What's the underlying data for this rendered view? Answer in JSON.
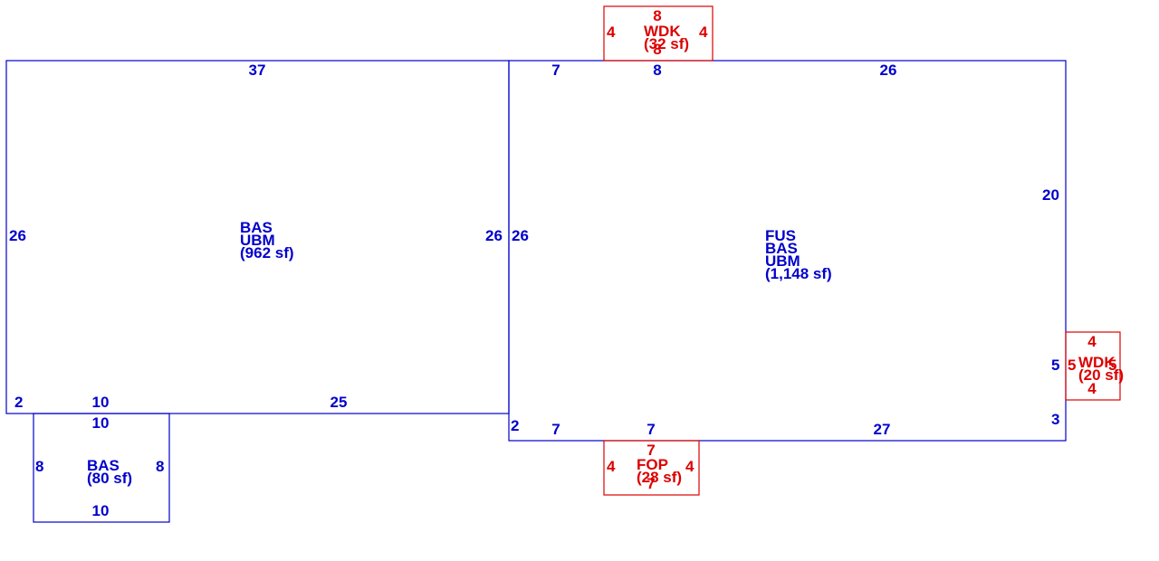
{
  "colors": {
    "main": "#0000cc",
    "addon": "#dd0000",
    "background": "#ffffff"
  },
  "areas": {
    "left_main": {
      "code1": "BAS",
      "code2": "UBM",
      "area": "(962 sf)"
    },
    "bottom_small": {
      "code1": "BAS",
      "area": "(80 sf)"
    },
    "right_main": {
      "code1": "FUS",
      "code2": "BAS",
      "code3": "UBM",
      "area": "(1,148 sf)"
    },
    "top_deck": {
      "code1": "WDK",
      "area": "(32 sf)"
    },
    "right_deck": {
      "code1": "WDK",
      "area": "(20 sf)"
    },
    "bottom_porch": {
      "code1": "FOP",
      "area": "(28 sf)"
    }
  },
  "dims": {
    "left_top": "37",
    "left_left": "26",
    "left_right": "26",
    "left_bottom_2": "2",
    "left_bottom_10": "10",
    "left_bottom_25": "25",
    "small_top": "10",
    "small_left": "8",
    "small_right": "8",
    "small_bottom": "10",
    "right_top_7": "7",
    "right_top_8": "8",
    "right_top_26": "26",
    "right_left": "26",
    "right_right_20": "20",
    "right_right_5": "5",
    "right_right_3": "3",
    "right_bottom_2": "2",
    "right_bottom_7a": "7",
    "right_bottom_7b": "7",
    "right_bottom_27": "27",
    "wdk_top_top": "8",
    "wdk_top_left": "4",
    "wdk_top_right": "4",
    "wdk_top_bottom": "8",
    "wdk_right_top": "4",
    "wdk_right_left": "5",
    "wdk_right_right": "5",
    "wdk_right_bottom": "4",
    "fop_top": "7",
    "fop_left": "4",
    "fop_right": "4",
    "fop_bottom": "7"
  }
}
